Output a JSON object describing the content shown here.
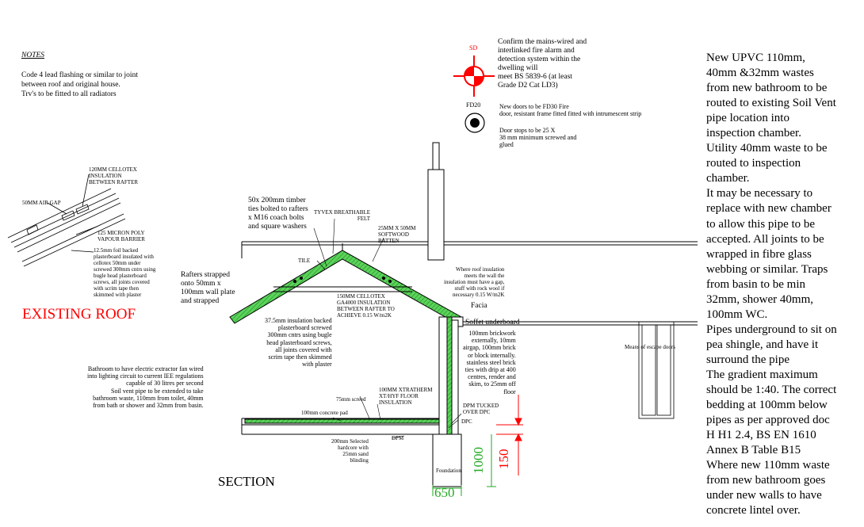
{
  "notes": {
    "heading": "NOTES",
    "lines": [
      "Code 4 lead flashing or similar to joint",
      "between roof and original house.",
      "Trv's to be fitted to all radiators"
    ]
  },
  "smoke_detector": {
    "symbol_label": "SD",
    "text": "Confirm the mains-wired and\ninterlinked fire alarm and\ndetection system within the\ndwelling will\nmeet BS 5839-6 (at least\nGrade D2 Cat LD3)",
    "symbol_color": "#ff0000"
  },
  "fire_door": {
    "symbol_label": "FD20",
    "text1": "New doors to be FD30 Fire\ndoor, resistant frame fitted fitted with intrumescent strip",
    "text2": "Door stops to be 25 X\n38 mm minimum screwed and\nglued"
  },
  "existing_roof": {
    "title": "EXISTING ROOF",
    "insulation_label": "120MM CELLOTEX\nINSULATION\nBETWEEN RAFTER",
    "air_gap_label": "50MM AIR GAP",
    "vapour_label": "125 MICRON POLY\nVAPOUR BARRIER",
    "plasterboard_label": "12.5mm foil backed\nplasterboard insulated with\ncellotex 50mm under\nscrewed 300mm cntrs using\nbugle head plasterboard\nscrews, all joints covered\nwith scrim tape then\nskimmed with plaster"
  },
  "section": {
    "title": "SECTION",
    "timber_ties": "50x 200mm timber\nties bolted to rafters\nx M16 coach bolts\nand square washers",
    "tyvex": "TYVEX BREATHABLE\nFELT",
    "batten": "25MM X 50MM\nSOFTWOOD\nBATTEN",
    "tile": "TILE",
    "rafters": "Rafters strapped\nonto 50mm x\n100mm wall plate\nand strapped",
    "roof_insulation": "150MM CELLOTEX\nGA4000 INSULATION\nBETWEEN RAFTER TO\nACHIEVE 0.15 W/m2K",
    "wall_insulation_note": "Where roof insulation\nmeets the wall the\ninsulation must have a gap,\nstuff with rock wool if\nnecessary  0.15 W/m2K",
    "facia": "Facia",
    "soffet": "Soffet underboard",
    "brickwork": "100mm brickwork\nexternally, 10mm\nairgap, 100mm brick\nor block internally.\nstainless steel brick\nties with drip at 400\ncentres, render and\nskim, to 25mm off\nfloor",
    "inner_plasterboard": "37.5mm insulation backed\nplasterboard screwed\n300mm cntrs using bugle\nhead plasterboard screws,\nall joints covered with\nscrim tape then skimmed\nwith plaster",
    "extractor_note": "Bathroom to have electric extractor fan wired\ninto lighting circuit to current IEE regulations\ncapable of 30 litres per second\nSoil vent pipe to be extended to take\nbathroom waste, 110mm from toilet, 40mm\nfrom bath or shower and 32mm from basin.",
    "screed": "75mm screed",
    "floor_insulation": "100MM XTRATHERM\nXT/HYF FLOOR\nINSULATION",
    "concrete_pad": "100mm concrete pad",
    "dpm_tucked": "DPM TUCKED\nOVER DPC",
    "dpc": "DPC",
    "dpm": "DPM",
    "hardcore": "200mm Selected\nhardcore with\n25mm sand\nblinding",
    "foundation": "Foundation",
    "escape_doors": "Means of escape doors",
    "dim_1000": "1000",
    "dim_650": "650",
    "dim_150": "150",
    "insulation_color": "#5ad35a",
    "dim_green": "#22aa22",
    "dim_red": "#ff0000"
  },
  "right_notes": "New UPVC 110mm,\n40mm &32mm wastes\nfrom new bathroom  to be\nrouted to existing Soil Vent\npipe location into\ninspection chamber.\nUtility 40mm waste to be\nrouted to inspection\nchamber.\nIt may be necessary to\nreplace with new chamber\nto allow this pipe to be\naccepted. All joints to be\nwrapped in fibre glass\nwebbing or similar. Traps\nfrom basin to be min\n32mm, shower 40mm,\n100mm WC.\nPipes underground to sit on\npea shingle, and have it\nsurround the pipe\nThe gradient maximum\nshould be 1:40. The correct\nbedding at 100mm below\npipes as per approved doc\nH H1 2.4, BS EN 1610\nAnnex B Table B15\nWhere new 110mm waste\nfrom new bathroom goes\nunder new walls to have\nconcrete lintel over."
}
